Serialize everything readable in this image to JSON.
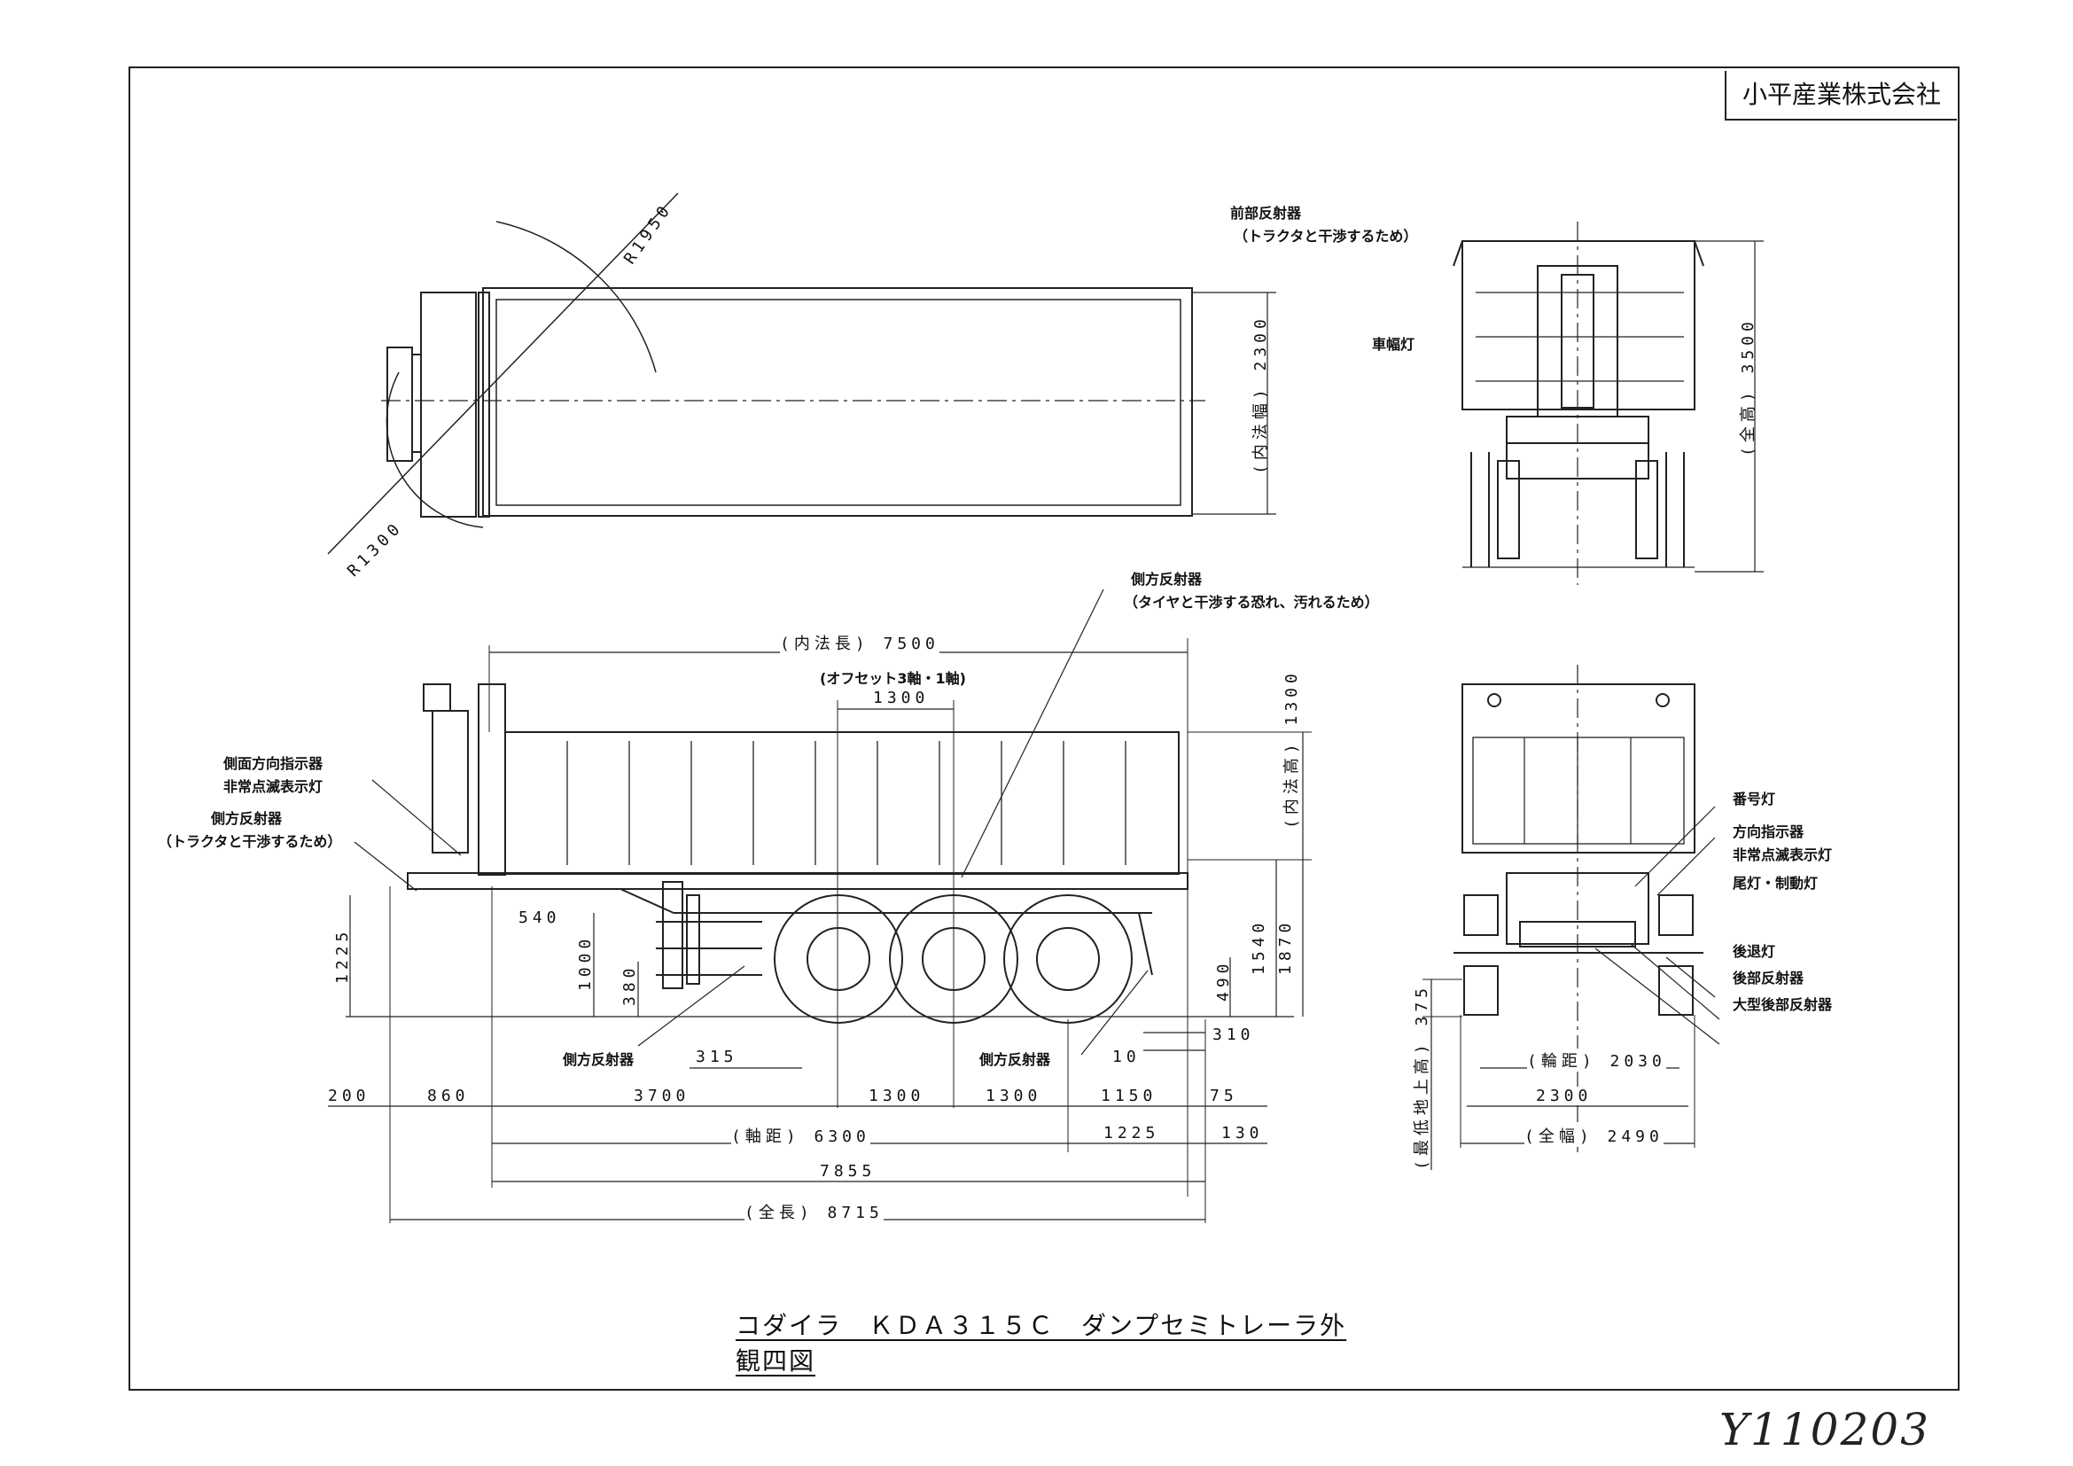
{
  "company": "小平産業株式会社",
  "title": "コダイラ　ＫＤＡ３１５Ｃ　ダンプセミトレーラ外観四図",
  "handwritten_code": "Y110203",
  "plan_view": {
    "radius_front": "R1300",
    "radius_swing": "R1950",
    "inner_width": "(内法幅) 2300"
  },
  "front_view": {
    "front_reflector": "前部反射器",
    "front_reflector_note": "（トラクタと干渉するため）",
    "width_lamp": "車幅灯",
    "overall_height": "(全高) 3500"
  },
  "side_view": {
    "side_reflector_top": "側方反射器",
    "side_reflector_top_note": "（タイヤと干渉する恐れ、汚れるため）",
    "inner_length": "(内法長) 7500",
    "offset_note": "(オフセット3軸・1軸)",
    "offset_value": "1300",
    "inner_height": "(内法高) 1300",
    "side_turn_signal": "側面方向指示器",
    "hazard_lamp": "非常点滅表示灯",
    "side_reflector_left": "側方反射器",
    "side_reflector_left_note": "（トラクタと干渉するため）",
    "dim_540": "540",
    "dim_1225_height": "1225",
    "dim_1000": "1000",
    "dim_380": "380",
    "dim_1540": "1540",
    "dim_1870": "1870",
    "dim_490": "490",
    "dim_310": "310",
    "dim_315": "315",
    "dim_10": "10",
    "side_reflector_bottom_left": "側方反射器",
    "side_reflector_bottom_right": "側方反射器",
    "bottom_dims": {
      "d200": "200",
      "d860": "860",
      "d3700": "3700",
      "d1300a": "1300",
      "d1300b": "1300",
      "d1150": "1150",
      "d75": "75",
      "wheelbase": "(軸距) 6300",
      "d1225": "1225",
      "d130": "130",
      "d7855": "7855",
      "overall_length": "(全長) 8715"
    }
  },
  "rear_view": {
    "plate_lamp": "番号灯",
    "turn_signal": "方向指示器",
    "hazard_lamp": "非常点滅表示灯",
    "tail_brake_lamp": "尾灯・制動灯",
    "reverse_lamp": "後退灯",
    "rear_reflector": "後部反射器",
    "large_rear_reflector": "大型後部反射器",
    "track": "(輪距) 2030",
    "width_2300": "2300",
    "overall_width": "(全幅) 2490",
    "ground_clearance": "(最低地上高) 375"
  }
}
